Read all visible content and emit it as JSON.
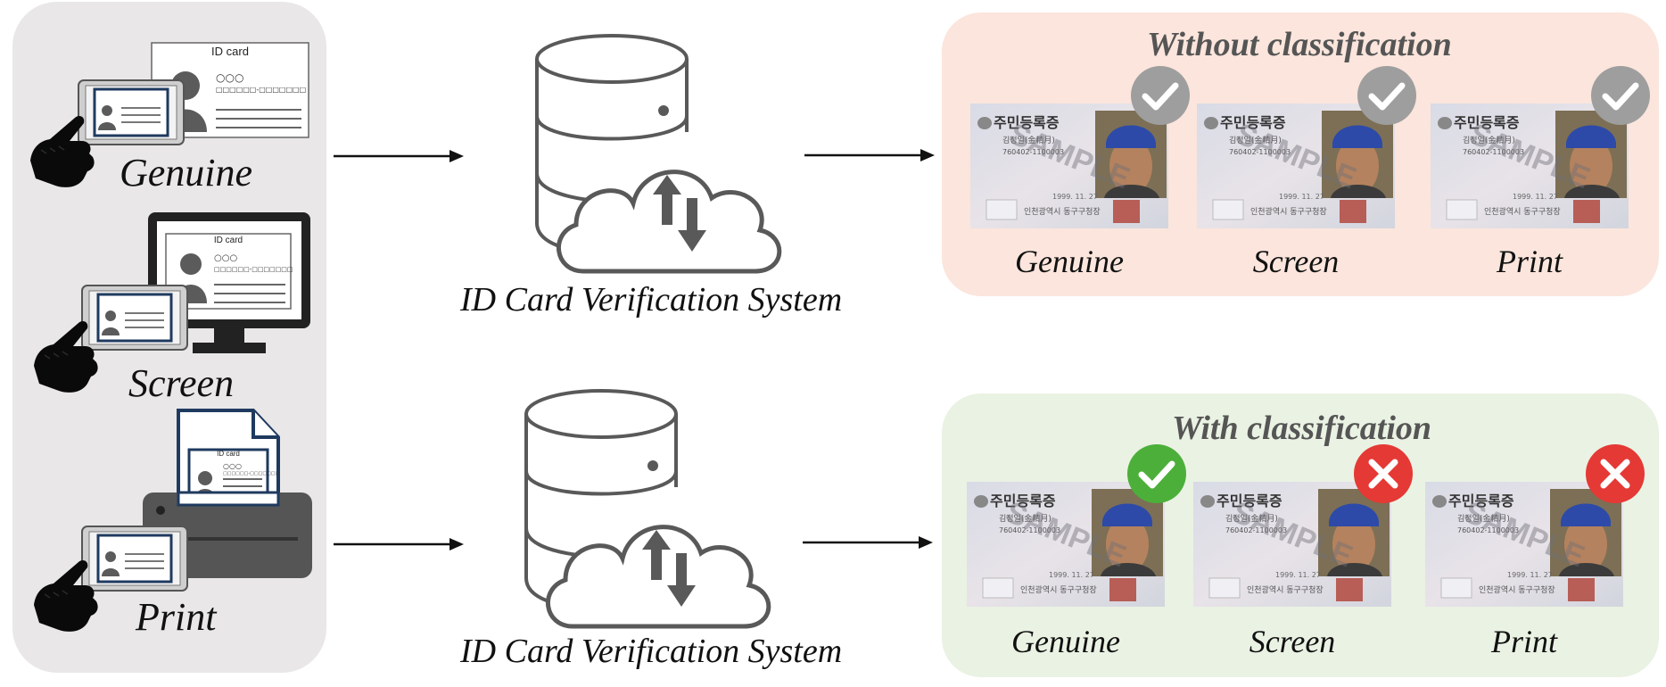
{
  "sources": {
    "genuine": "Genuine",
    "screen": "Screen",
    "print": "Print",
    "id_card_label": "ID card",
    "id_card_circles": "○○○",
    "id_card_number": "□□□□□□-□□□□□□□"
  },
  "system": {
    "top_label": "ID Card Verification System",
    "bottom_label": "ID Card Verification System"
  },
  "results": {
    "without": {
      "title": "Without classification",
      "cards": [
        {
          "label": "Genuine",
          "verdict": "accepted"
        },
        {
          "label": "Screen",
          "verdict": "accepted"
        },
        {
          "label": "Print",
          "verdict": "accepted"
        }
      ]
    },
    "with": {
      "title": "With classification",
      "cards": [
        {
          "label": "Genuine",
          "verdict": "accepted"
        },
        {
          "label": "Screen",
          "verdict": "rejected"
        },
        {
          "label": "Print",
          "verdict": "rejected"
        }
      ]
    }
  },
  "card_text": {
    "header": "주민등록증",
    "name": "김정일(金精月)",
    "number": "760402-1100003",
    "date": "1999. 11. 27",
    "issuer": "인천광역시 동구구청장",
    "watermark": "SAMPLE"
  },
  "colors": {
    "left_panel": "#e9e7e8",
    "top_panel": "#fbe5dc",
    "bottom_panel": "#eaf2e3",
    "check_gray": "#9e9e9e",
    "check_green": "#4caf3a",
    "cross_red": "#e53935",
    "icon_gray": "#595959"
  }
}
